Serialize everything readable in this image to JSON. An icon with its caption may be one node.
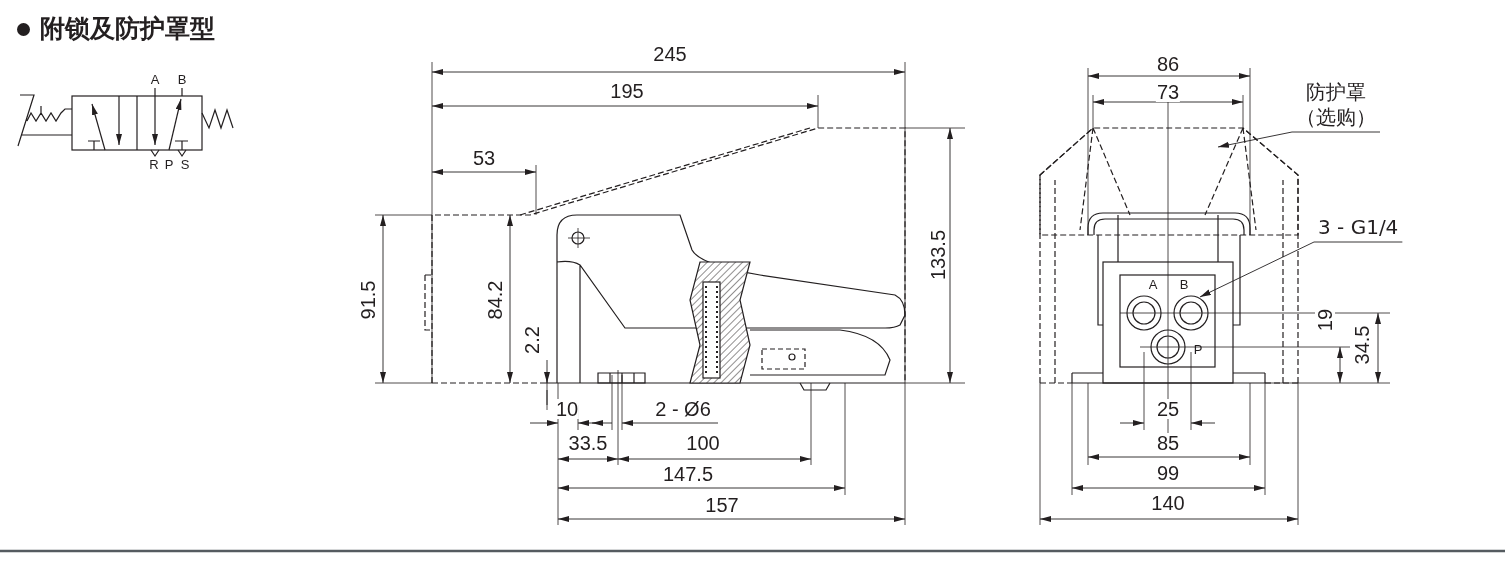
{
  "diagram": {
    "title": "附锁及防护罩型",
    "nodes": [
      {
        "text": [
          "防护罩（选购）"
        ]
      },
      {
        "text": [],
        "shape": "box"
      },
      {
        "text": [
          "3 - G1/4"
        ]
      },
      {
        "text": [],
        "shape": "circle"
      }
    ],
    "edges": [
      {
        "from": 0,
        "to": 1,
        "arrow": "to"
      },
      {
        "from": 2,
        "to": 3,
        "arrow": "to"
      }
    ],
    "labels": [
      "A",
      "B",
      "R",
      "P",
      "S",
      "245",
      "195",
      "53",
      "91.5",
      "84.2",
      "2.2",
      "133.5",
      "10",
      "2 - Ø6",
      "33.5",
      "100",
      "147.5",
      "157",
      "86",
      "73",
      "A",
      "B",
      "P",
      "19",
      "34.5",
      "25",
      "85",
      "99",
      "140"
    ]
  }
}
